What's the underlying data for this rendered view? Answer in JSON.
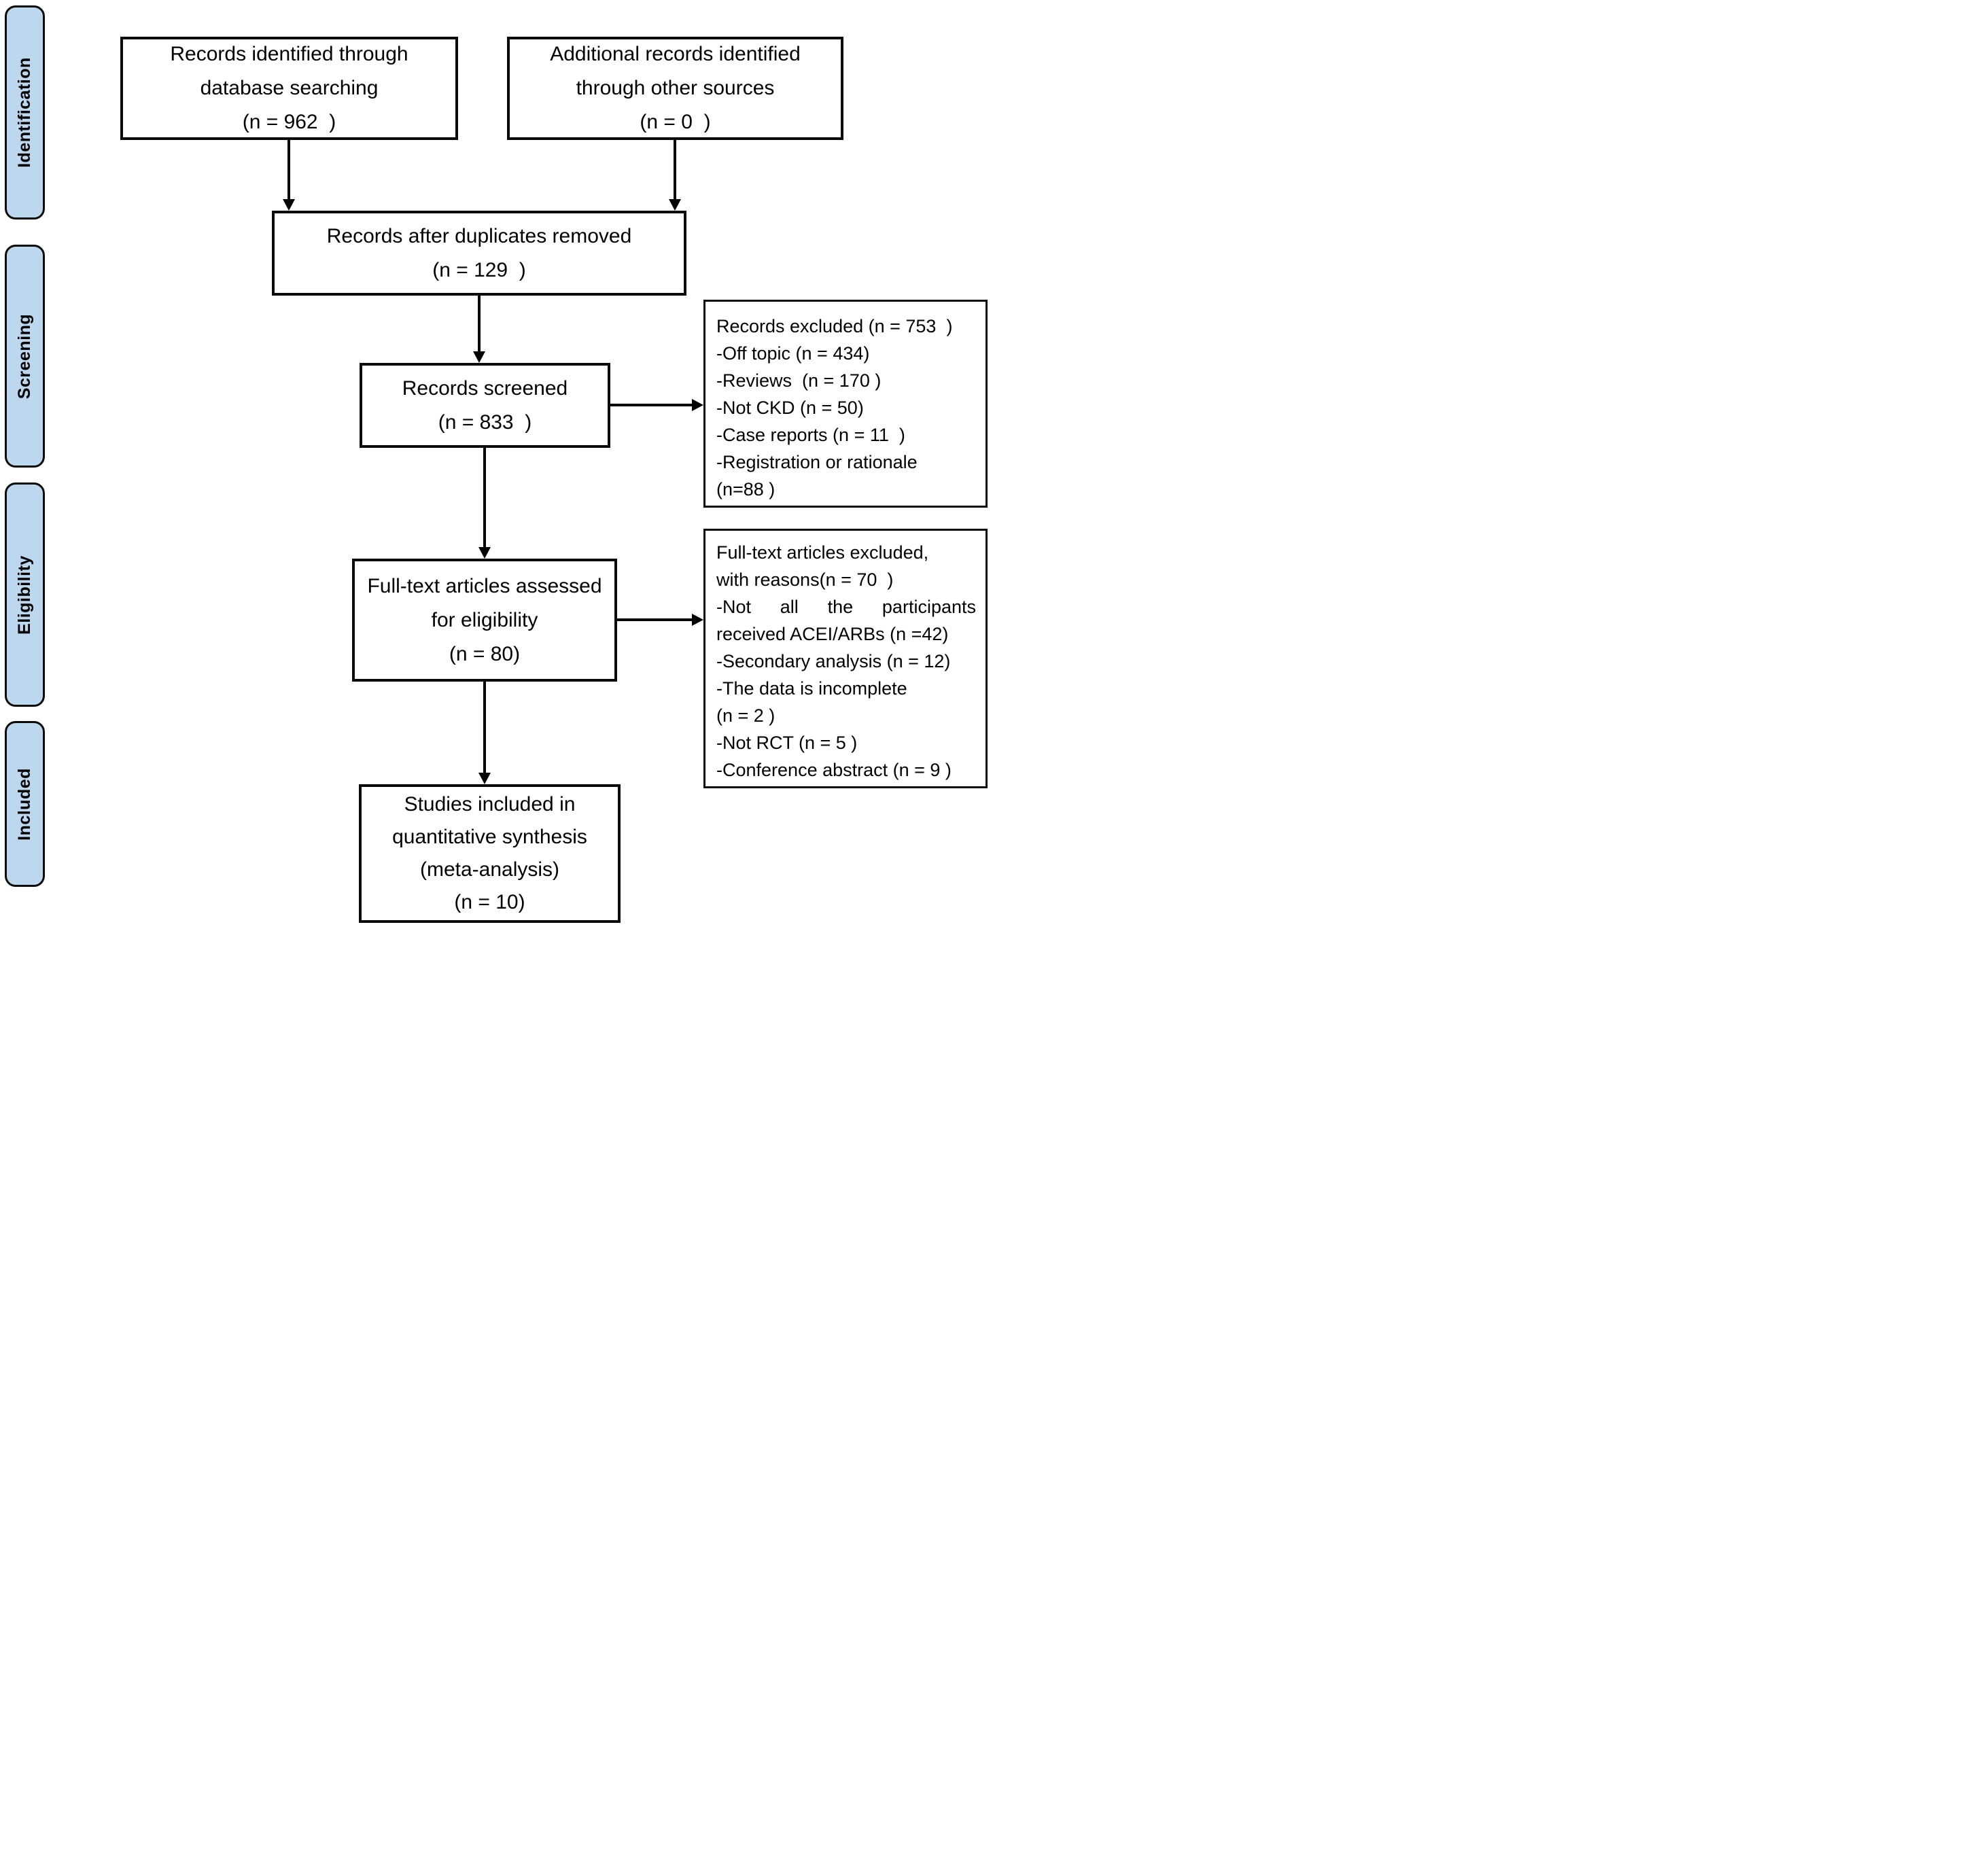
{
  "sidebar": {
    "identification": "Identification",
    "screening": "Screening",
    "eligibility": "Eligibility",
    "included": "Included"
  },
  "boxes": {
    "records_identified": {
      "lines": [
        "Records identified through",
        "database searching",
        "(n = 962  )"
      ]
    },
    "additional_records": {
      "lines": [
        "Additional records identified",
        "through other sources",
        "(n = 0  )"
      ]
    },
    "duplicates_removed": {
      "lines": [
        "Records after duplicates removed",
        "(n = 129  )"
      ]
    },
    "records_screened": {
      "lines": [
        "Records screened",
        "(n = 833  )"
      ]
    },
    "records_excluded": {
      "lines": [
        "Records excluded (n = 753  )",
        "-Off topic (n = 434)",
        "-Reviews  (n = 170 )",
        "-Not CKD (n = 50)",
        "-Case reports (n = 11  )",
        "-Registration or rationale",
        "(n=88 )"
      ]
    },
    "fulltext_assessed": {
      "lines": [
        "Full-text articles assessed",
        "for eligibility",
        "(n = 80)"
      ]
    },
    "fulltext_excluded": {
      "lines": [
        "Full-text articles excluded,",
        "with reasons(n = 70  )",
        "-Not all the participants",
        "received ACEI/ARBs (n =42)",
        "-Secondary analysis (n = 12)",
        "-The data is incomplete",
        "(n = 2 )",
        "-Not RCT (n = 5 )",
        "-Conference abstract (n = 9 )"
      ]
    },
    "studies_included": {
      "lines": [
        "Studies included in",
        "quantitative synthesis",
        "(meta-analysis)",
        "(n = 10)"
      ]
    }
  },
  "colors": {
    "stage_fill": "#BDD7EE",
    "border": "#000000",
    "background": "#FFFFFF"
  }
}
